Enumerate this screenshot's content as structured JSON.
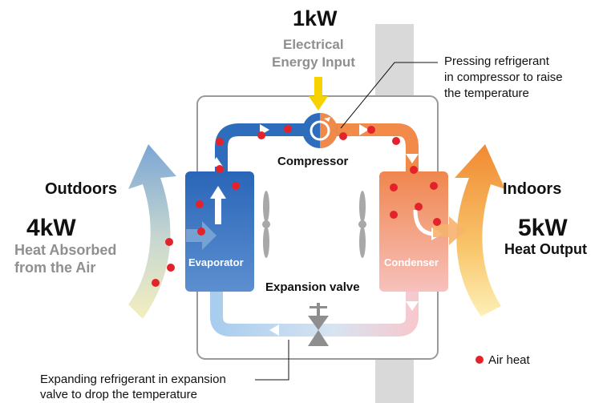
{
  "top": {
    "power": "1kW",
    "input_line1": "Electrical",
    "input_line2": "Energy Input"
  },
  "left": {
    "zone": "Outdoors",
    "power": "4kW",
    "line1": "Heat Absorbed",
    "line2": "from the Air"
  },
  "right": {
    "zone": "Indoors",
    "power": "5kW",
    "line1": "Heat Output"
  },
  "components": {
    "compressor": "Compressor",
    "evaporator": "Evaporator",
    "condenser": "Condenser",
    "expansion_valve": "Expansion valve"
  },
  "callouts": {
    "compressor_line1": "Pressing refrigerant",
    "compressor_line2": "in compressor to raise",
    "compressor_line3": "the temperature",
    "valve_line1": "Expanding refrigerant in expansion",
    "valve_line2": "valve to drop the temperature"
  },
  "legend": {
    "air_heat": "Air heat",
    "dot_color": "#e3222b"
  },
  "colors": {
    "cold": "#2f6fc0",
    "hot": "#f07a3a",
    "input_arrow": "#f5d200"
  }
}
